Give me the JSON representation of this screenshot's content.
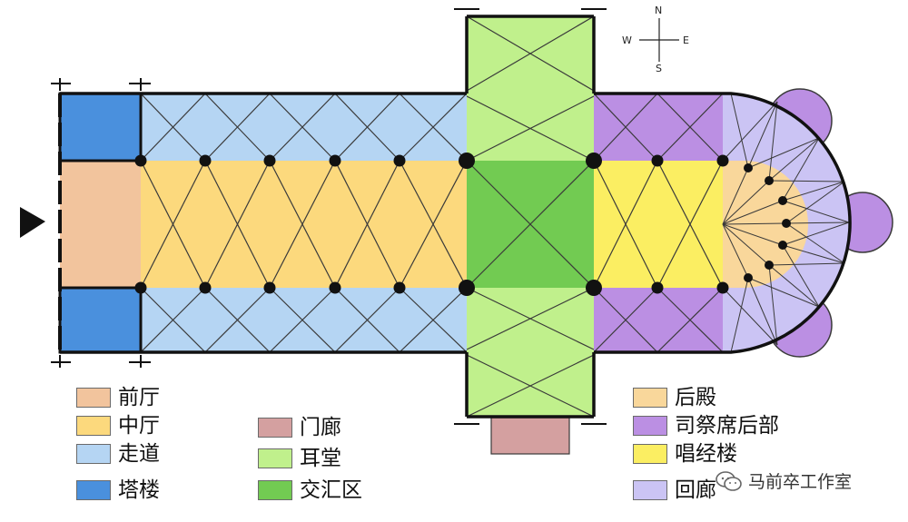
{
  "compass": {
    "north": "N",
    "south": "S",
    "east": "E",
    "west": "W"
  },
  "colors": {
    "vestibule": "#f2c49d",
    "nave": "#fcd97d",
    "aisle": "#b5d5f3",
    "tower": "#4a90dd",
    "porch": "#d4a0a0",
    "transept": "#c0f08c",
    "crossing": "#72cb52",
    "apse": "#f9d79b",
    "chapel": "#bb8fe3",
    "choir": "#fbee62",
    "ambulatory": "#cbc4f4",
    "outline": "#111111",
    "rib": "#3a3a3a"
  },
  "legend": {
    "col1": [
      {
        "label": "前厅",
        "color": "#f2c49d"
      },
      {
        "label": "中厅",
        "color": "#fcd97d"
      },
      {
        "label": "走道",
        "color": "#b5d5f3"
      },
      {
        "label": "塔楼",
        "color": "#4a90dd"
      }
    ],
    "col2": [
      {
        "label": "门廊",
        "color": "#d4a0a0"
      },
      {
        "label": "耳堂",
        "color": "#c0f08c"
      },
      {
        "label": "交汇区",
        "color": "#72cb52"
      }
    ],
    "col3": [
      {
        "label": "后殿",
        "color": "#f9d79b"
      },
      {
        "label": "司祭席后部",
        "color": "#bb8fe3"
      },
      {
        "label": "唱经楼",
        "color": "#fbee62"
      },
      {
        "label": "回廊",
        "color": "#cbc4f4"
      }
    ]
  },
  "watermark": {
    "text": "马前卒工作室"
  }
}
